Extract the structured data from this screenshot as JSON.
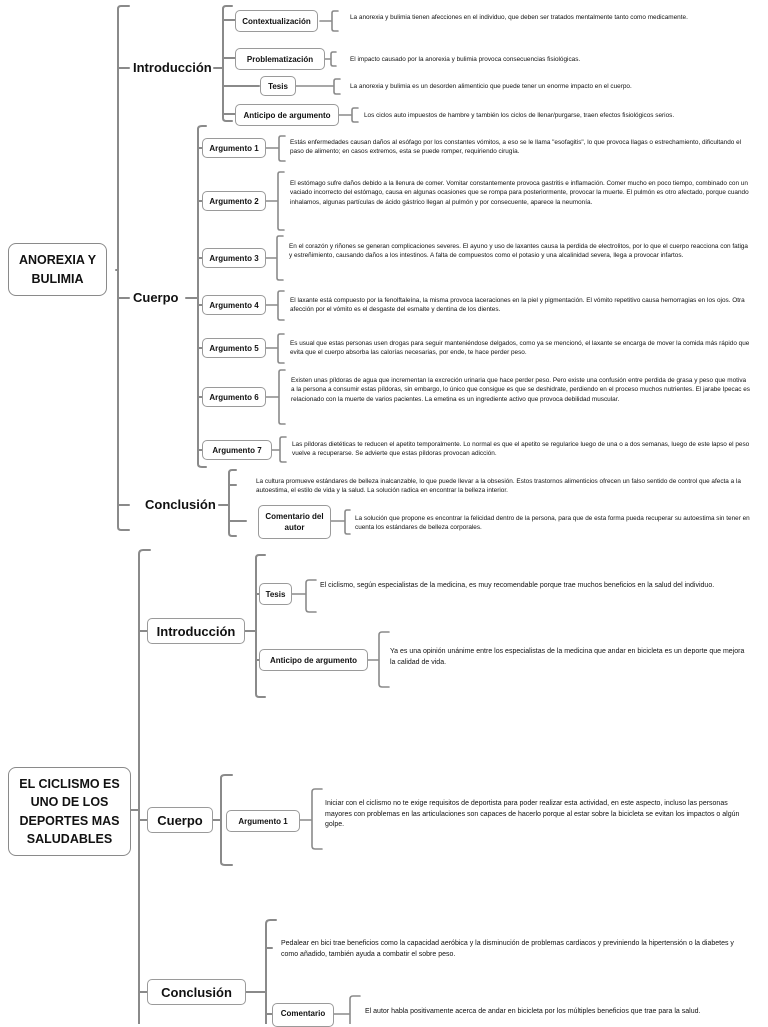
{
  "map1": {
    "title": "ANOREXIA Y BULIMIA",
    "introduccion": {
      "label": "Introducción",
      "items": [
        {
          "label": "Contextualización",
          "text": "La anorexia y bulimia tienen afecciones en el individuo, que deben ser tratados mentalmente tanto como medicamente."
        },
        {
          "label": "Problematización",
          "text": "El impacto causado por la anorexia y bulimia provoca consecuencias fisiológicas."
        },
        {
          "label": "Tesis",
          "text": "La anorexia y bulimia es un desorden alimenticio que puede tener un enorme impacto en el cuerpo."
        },
        {
          "label": "Anticipo de argumento",
          "text": "Los ciclos auto impuestos de hambre y también los ciclos de llenar/purgarse, traen efectos fisiológicos serios."
        }
      ]
    },
    "cuerpo": {
      "label": "Cuerpo",
      "items": [
        {
          "label": "Argumento 1",
          "text": "Estás enfermedades causan daños al esófago por los constantes vómitos, a eso se le llama \"esofagitis\", lo que provoca llagas o estrechamiento, dificultando el paso de alimento; en casos extremos, esta se puede romper, requiriendo cirugía."
        },
        {
          "label": "Argumento 2",
          "text": "El estómago sufre daños debido a la llenura de comer. Vomitar constantemente provoca gastritis e inflamación. Comer mucho en poco tiempo, combinado con un vaciado incorrecto del estómago, causa en algunas ocasiones que se rompa para posteriormente, provocar la muerte. El pulmón es otro afectado, porque cuando inhalamos, algunas partículas de ácido gástrico llegan al pulmón y por consecuente, aparece la neumonía."
        },
        {
          "label": "Argumento 3",
          "text": "En el corazón y riñones se generan complicaciones severes. El ayuno y uso de laxantes causa la perdida de electrolitos, por lo que el cuerpo reacciona con fatiga y estreñimiento, causando daños a los intestinos. A falta de compuestos como el potasio y una alcalinidad severa, llega a provocar infartos."
        },
        {
          "label": "Argumento 4",
          "text": "El laxante está compuesto por la fenolftaleína, la misma provoca laceraciones en la piel y pigmentación. El vómito repetitivo causa hemorragias en los ojos. Otra afección por el vómito es el desgaste del esmalte y dentina de los dientes."
        },
        {
          "label": "Argumento 5",
          "text": "Es usual que estas personas usen drogas para seguir manteniéndose delgados, como ya se mencionó, el laxante se encarga de mover la comida más rápido que evita que el cuerpo absorba las calorías necesarias, por ende, te hace perder peso."
        },
        {
          "label": "Argumento 6",
          "text": "Existen unas píldoras de agua que incrementan la excreción urinaria que hace perder peso. Pero existe una confusión entre perdida de grasa y peso que motiva a la persona a consumir estas píldoras, sin embargo, lo único que consigue es que se deshidrate, perdiendo en el proceso muchos nutrientes. El jarabe Ipecac es relacionado con la muerte de varios pacientes. La emetina es un ingrediente activo que provoca debilidad muscular."
        },
        {
          "label": "Argumento 7",
          "text": "Las píldoras dietéticas te reducen el apetito temporalmente. Lo normal es que el apetito se regularice luego de una o a dos semanas, luego de este lapso el peso vuelve a recuperarse. Se advierte que estas píldoras provocan adicción."
        }
      ]
    },
    "conclusion": {
      "label": "Conclusión",
      "text": "La cultura promueve estándares de belleza inalcanzable, lo que puede llevar a la obsesión. Estos trastornos alimenticios ofrecen un falso sentido de control que afecta a la autoestima, el estilo de vida y la salud. La solución radica en encontrar la belleza interior.",
      "comentario_label": "Comentario del autor",
      "comentario_text": "La solución que propone es encontrar la felicidad dentro de la persona, para que de esta forma pueda recuperar su autoestima sin tener en cuenta los estándares de belleza corporales."
    }
  },
  "map2": {
    "title": "EL CICLISMO ES UNO DE LOS DEPORTES MAS SALUDABLES",
    "introduccion": {
      "label": "Introducción",
      "items": [
        {
          "label": "Tesis",
          "text": "El ciclismo, según especialistas de la medicina, es muy recomendable porque trae muchos beneficios en la salud del individuo."
        },
        {
          "label": "Anticipo de argumento",
          "text": "Ya es una opinión unánime entre los especialistas de la medicina que andar en bicicleta es un deporte que mejora la calidad de vida."
        }
      ]
    },
    "cuerpo": {
      "label": "Cuerpo",
      "items": [
        {
          "label": "Argumento 1",
          "text": "Iniciar con el ciclismo no te exige requisitos de deportista para poder realizar esta actividad, en este aspecto, incluso las personas mayores con problemas en las articulaciones son capaces de hacerlo porque al estar sobre la bicicleta se evitan los impactos o algún golpe."
        }
      ]
    },
    "conclusion": {
      "label": "Conclusión",
      "text": "Pedalear en bici trae beneficios como la capacidad aeróbica y la disminución de problemas cardiacos y previniendo la hipertensión o la diabetes y como añadido, también ayuda a combatir el sobre peso.",
      "comentario_label": "Comentario",
      "comentario_text": "El autor habla positivamente acerca de andar en bicicleta por los múltiples beneficios que trae para la salud."
    }
  }
}
